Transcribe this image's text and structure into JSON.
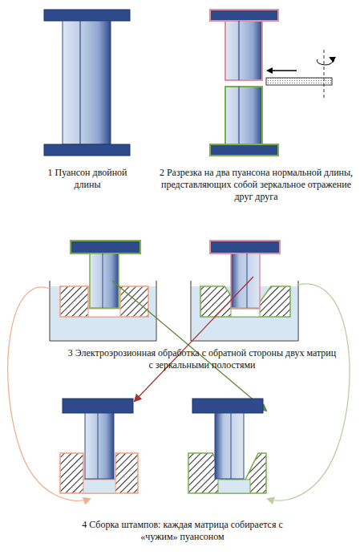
{
  "diagram": {
    "labels": [
      "1 Пуансон двойной длины",
      "2 Разрезка на два пуансона нормальной длины, представляющих собой зеркальное отражение друг друга",
      "3 Электроэрозионная обработка с обратной стороны двух матриц с зеркальными полостями",
      "4 Сборка штампов: каждая матрица собирается с «чужим» пуансоном"
    ]
  }
}
